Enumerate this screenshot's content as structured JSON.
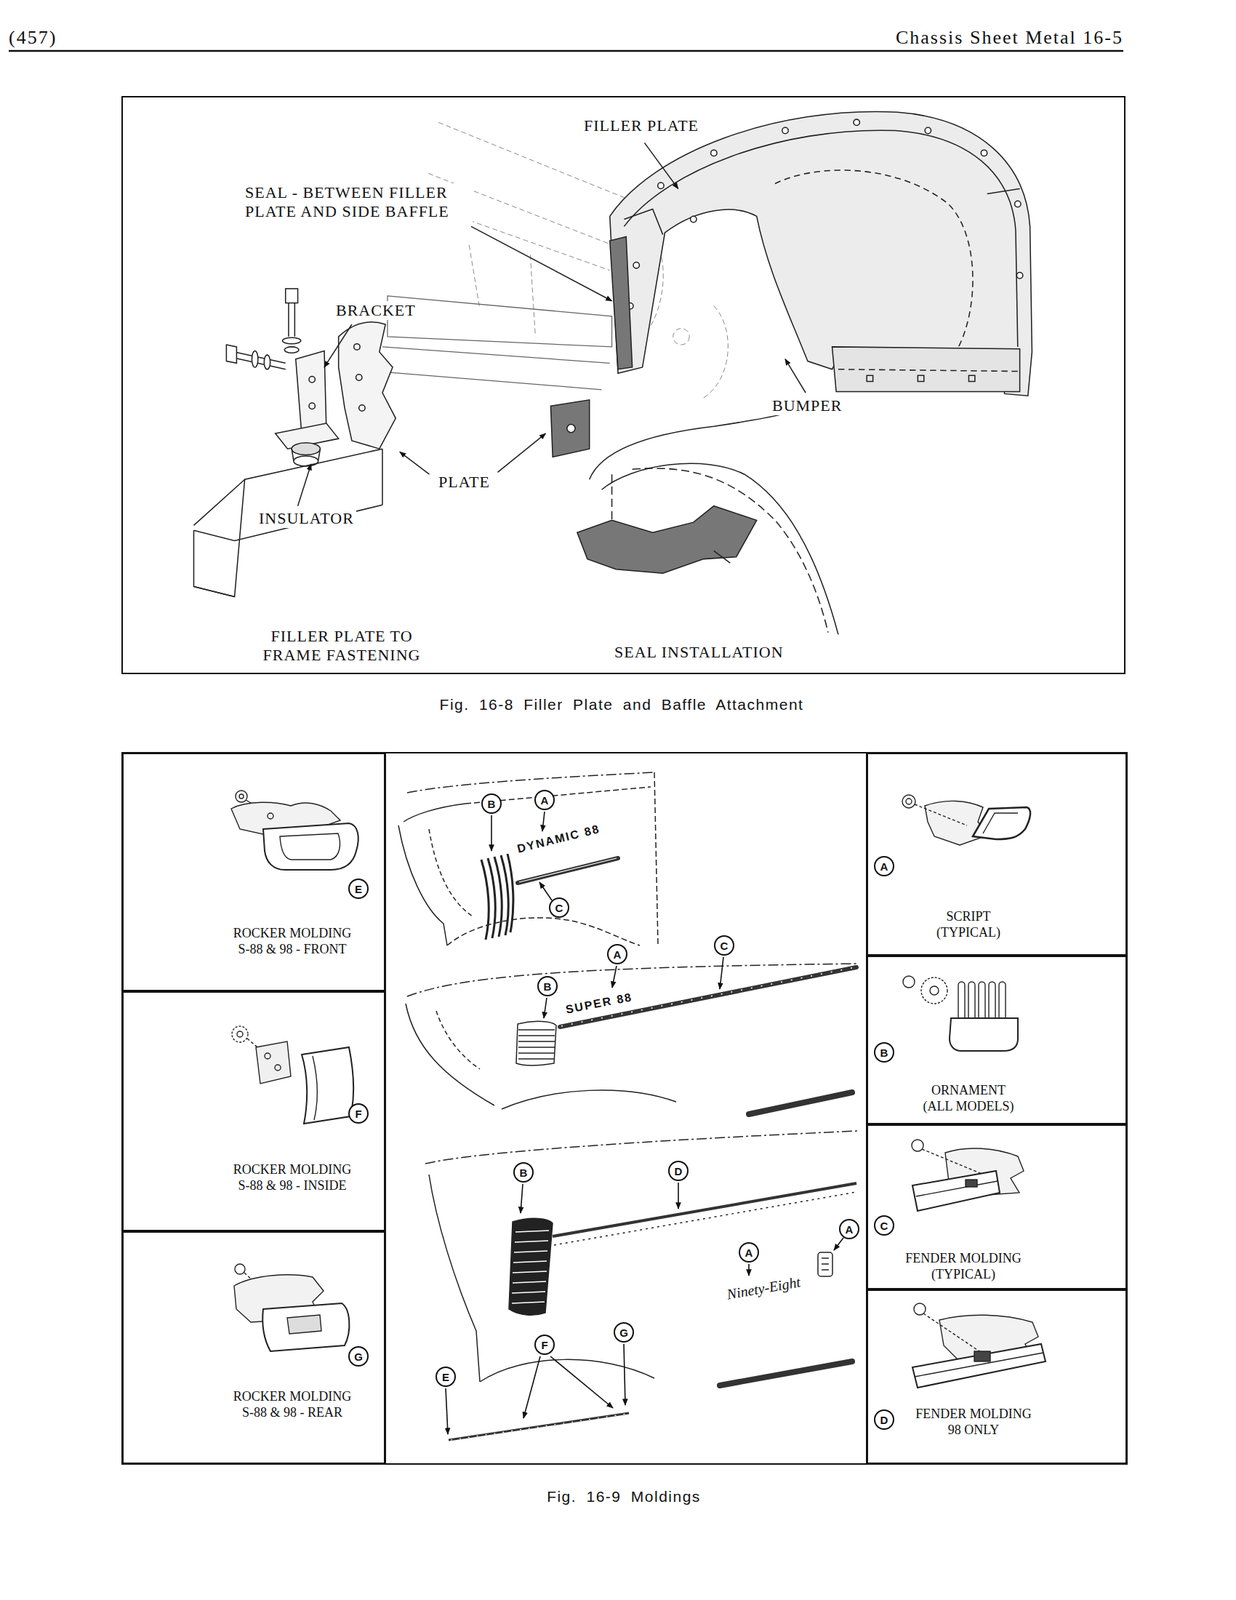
{
  "diagram": {
    "nodes": [
      {
        "text": [
          "ROCKER MOLDING S-88 & 98 - FRONT"
        ]
      },
      {
        "text": [
          "E"
        ],
        "in": 0
      },
      {
        "text": [
          "ROCKER MOLDING S-88 & 98 - INSIDE"
        ]
      },
      {
        "text": [
          "F"
        ],
        "in": 2
      },
      {
        "text": [
          "ROCKER MOLDING S-88 & 98 - REAR"
        ]
      },
      {
        "text": [
          "G"
        ],
        "in": 4
      },
      {
        "text": [
          "B"
        ]
      },
      {
        "text": [
          "A"
        ]
      },
      {
        "text": [
          "C"
        ]
      },
      {
        "text": [
          "B"
        ]
      },
      {
        "text": [
          "A"
        ]
      },
      {
        "text": [
          "C"
        ]
      },
      {
        "text": [
          "B"
        ]
      },
      {
        "text": [
          "D"
        ]
      },
      {
        "text": [
          "A"
        ]
      },
      {
        "text": [
          "A"
        ]
      },
      {
        "text": [
          "E"
        ]
      },
      {
        "text": [
          "F"
        ]
      },
      {
        "text": [
          "G"
        ]
      },
      {
        "text": [
          "SCRIPT (TYPICAL)"
        ]
      },
      {
        "text": [
          "A"
        ],
        "in": 19
      },
      {
        "text": [
          "ORNAMENT (ALL MODELS)"
        ]
      },
      {
        "text": [
          "B"
        ],
        "in": 21
      },
      {
        "text": [
          "FENDER MOLDING (TYPICAL)"
        ]
      },
      {
        "text": [
          "C"
        ],
        "in": 23
      },
      {
        "text": [
          "FENDER MOLDING 98 ONLY"
        ]
      },
      {
        "text": [
          "D"
        ],
        "in": 25
      }
    ],
    "labels": [
      "(457)",
      "Chassis Sheet Metal 16-5",
      "FILLER PLATE",
      "SEAL - BETWEEN FILLER PLATE AND SIDE BAFFLE",
      "BRACKET",
      "BUMPER",
      "PLATE",
      "INSULATOR",
      "FILLER PLATE TO FRAME FASTENING",
      "SEAL INSTALLATION",
      "Fig. 16-8 Filler Plate and Baffle Attachment",
      "DYNAMIC 88",
      "SUPER 88",
      "Ninety-Eight",
      "Fig. 16-9 Moldings"
    ]
  }
}
